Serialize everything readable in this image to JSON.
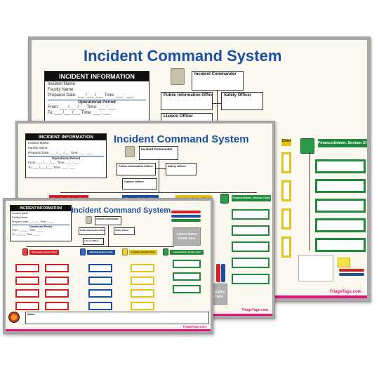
{
  "boards": {
    "large": {
      "title": "Incident Command System",
      "info": {
        "heading": "INCIDENT INFORMATION",
        "incident_name": "Incident Name:",
        "facility_name": "Facility Name:",
        "prepared_date": "Prepared Date: ___ /___ /___   Time: ___ : ___",
        "operational_period": "Operational Period",
        "from": "From: ___ /___ /___   Time: ___ : ___",
        "to": "To: ___ /___ /___   Time: ___ : ___"
      },
      "incident_commander": "Incident Commander",
      "public_information_officer": "Public Information Officer",
      "safety_officer": "Safety Officer",
      "liaison_officer": "Liaison Officer",
      "finance_admin_chief": "Finance/Admin. Section Chief",
      "partial_chief": "Chief",
      "footer": "TriageTags.com"
    },
    "medium": {
      "title": "Incident Command System",
      "info": {
        "heading": "INCIDENT INFORMATION",
        "incident_name": "Incident Name:",
        "facility_name": "Facility Name:",
        "prepared_date": "Prepared Date: ___ /___ /___  Time: ___ : ___",
        "operational_period": "Operational Period",
        "from": "From: ___ /___ /___  Time: ___ : ___",
        "to": "To: ___ /___ /___  Time: ___ : ___"
      },
      "incident_commander": "Incident Commander",
      "public_information_officer": "Public Information Officer",
      "safety_officer": "Safety Officer",
      "liaison_officer": "Liaison Officer",
      "operations_chief": "Operations Section Chief",
      "planning_chief": "Planning Section Chief",
      "logistics_chief": "Logistics Section Chief",
      "finance_admin_chief": "Finance/Admin. Section Chief",
      "caddy": "Adhere EXPO\nCaddy Here",
      "footer": "TriageTags.com"
    },
    "small": {
      "title": "Incident Command System",
      "info": {
        "heading": "INCIDENT INFORMATION",
        "incident_name": "Incident Name:",
        "facility_name": "Facility Name:",
        "prepared_date": "Prepared Date: __/__/__ Time: __:__",
        "operational_period": "Operational Period",
        "from": "From: __/__/__ Time: __:__",
        "to": "To: __/__/__ Time: __:__"
      },
      "incident_commander": "Incident Commander",
      "public_information_officer": "Public Information Officer",
      "safety_officer": "Safety Officer",
      "liaison_officer": "Liaison Officer",
      "operations_chief": "Operations Section Chief",
      "planning_chief": "Planning Section Chief",
      "logistics_chief": "Logistics Section Chief",
      "finance_admin_chief": "Finance/Admin. Section Chief",
      "notes": "Notes:",
      "caddy": "Adhere EXPO\nCaddy Here",
      "footer": "TriageTags.com"
    }
  },
  "colors": {
    "operations": "#d32027",
    "planning": "#1f4e9c",
    "logistics": "#e3c21a",
    "finance": "#1f8a3b",
    "title_blue": "#1a4fa8",
    "footer_pink": "#e6127a"
  },
  "icons": {
    "vest": "safety-vest-icon",
    "marker": "dry-erase-marker-icon",
    "logo": "triage-tags-logo"
  }
}
